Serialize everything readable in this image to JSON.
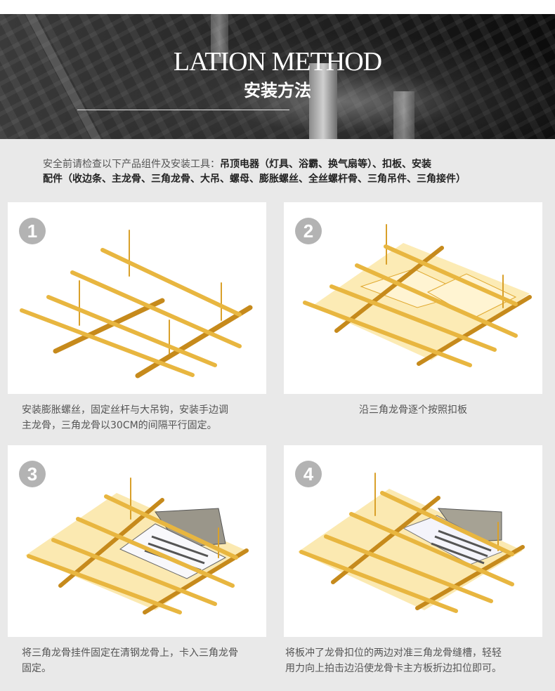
{
  "banner": {
    "title": "LATION METHOD",
    "subtitle": "安装方法"
  },
  "intro": {
    "line1_normal": "安全前请检查以下产品组件及安装工具：",
    "line1_bold": "吊顶电器（灯具、浴霸、换气扇等）、扣板、安装",
    "line2_bold": "配件（收边条、主龙骨、三角龙骨、大吊、螺母、膨胀螺丝、全丝螺杆骨、三角吊件、三角接件）"
  },
  "steps": [
    {
      "number": "1",
      "caption_line1": "安装膨胀螺丝，固定丝杆与大吊钩，安装手边调",
      "caption_line2": "主龙骨，三角龙骨以30CM的间隔平行固定。"
    },
    {
      "number": "2",
      "caption_line1": "沿三角龙骨逐个按照扣板",
      "caption_line2": ""
    },
    {
      "number": "3",
      "caption_line1": "将三角龙骨挂件固定在清钢龙骨上，卡入三角龙骨",
      "caption_line2": "固定。"
    },
    {
      "number": "4",
      "caption_line1": "将板冲了龙骨扣位的两边对准三角龙骨缝槽，轻轻",
      "caption_line2": "用力向上拍击边沿使龙骨卡主方板折边扣位即可。"
    }
  ],
  "colors": {
    "frame_gold": "#e0a82e",
    "panel_yellow": "#fbe7a8",
    "badge_gray": "#b3b3b3",
    "page_bg": "#e9e9e9"
  }
}
